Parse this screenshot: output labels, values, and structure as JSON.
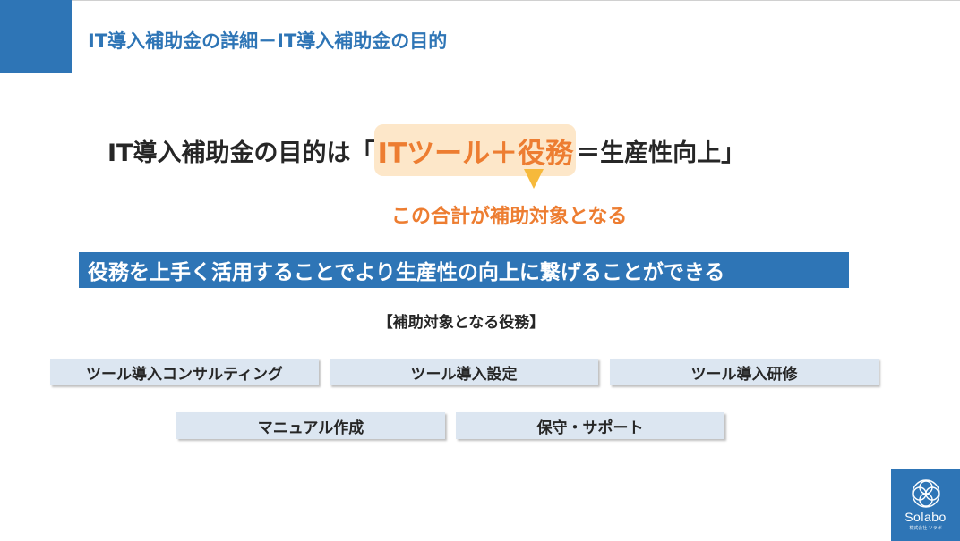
{
  "slide": {
    "title": "IT導入補助金の詳細－IT導入補助金の目的"
  },
  "headline": {
    "lead": "IT導入補助金の目的は",
    "open_bracket": "「",
    "highlight": "ITツール＋役務",
    "tail": "＝生産性向上",
    "close_bracket": "」"
  },
  "note": "この合計が補助対象となる",
  "banner": "役務を上手く活用することでより生産性の向上に繋げることができる",
  "section_label": "【補助対象となる役務】",
  "tasks": [
    "ツール導入コンサルティング",
    "ツール導入設定",
    "ツール導入研修",
    "マニュアル作成",
    "保守・サポート"
  ],
  "logo": {
    "name": "Solabo",
    "sub": "株式会社 ソラボ"
  },
  "colors": {
    "brand_blue": "#2e75b6",
    "accent_orange": "#ed7d31",
    "highlight_bg": "#fde7c9",
    "task_bg": "#dce6f1"
  }
}
